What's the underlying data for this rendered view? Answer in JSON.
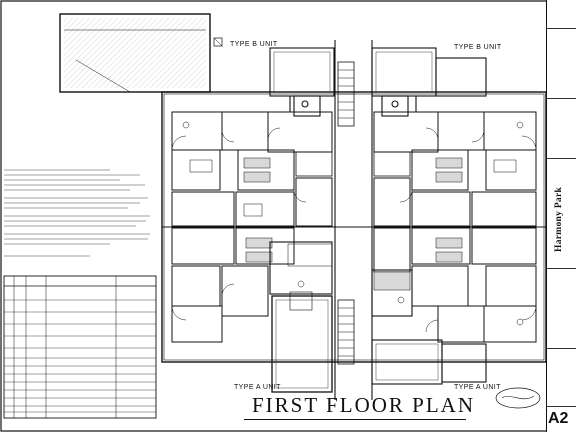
{
  "drawing": {
    "title": "FIRST FLOOR PLAN",
    "unit_labels": {
      "top_left": "TYPE B UNIT",
      "top_right": "TYPE B UNIT",
      "bottom_left": "TYPE A UNIT",
      "bottom_right": "TYPE A UNIT"
    }
  },
  "title_block": {
    "project_name": "Harmony Park",
    "sheet_number": "A2"
  },
  "colors": {
    "ink": "#111111",
    "paper": "#ffffff",
    "fill_gray": "#d9d9d9",
    "hatch": "#666666"
  }
}
